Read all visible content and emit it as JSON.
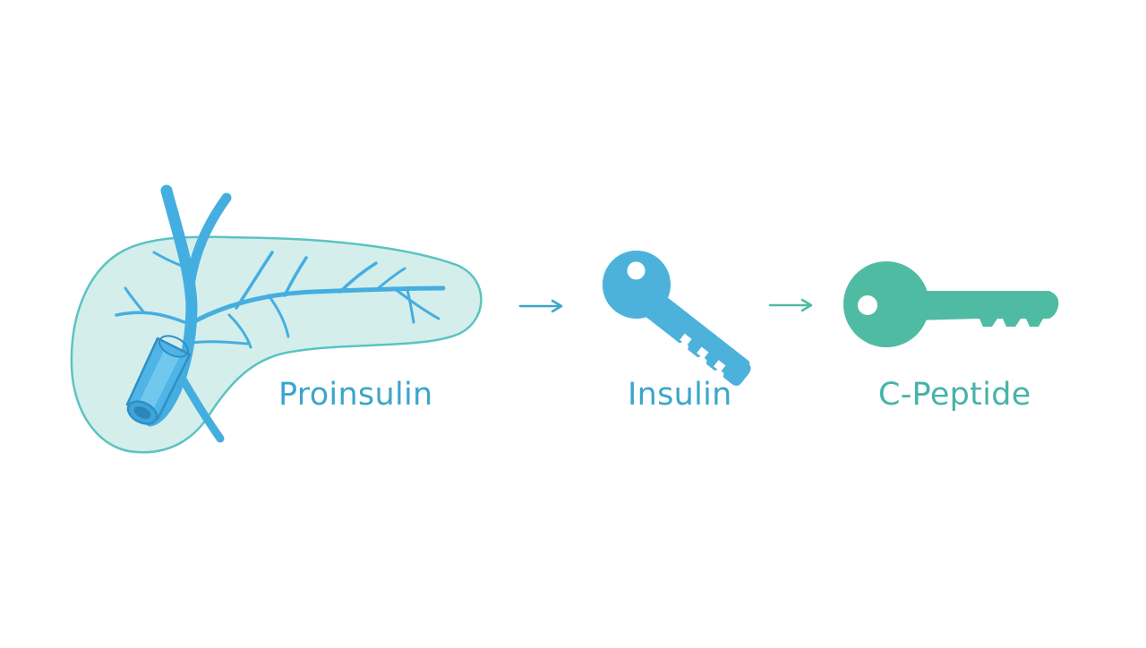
{
  "labels": {
    "proinsulin": "Proinsulin",
    "insulin": "Insulin",
    "c_peptide": "C-Peptide"
  },
  "colors": {
    "background": "#ffffff",
    "pancreas_fill": "#d4eeec",
    "pancreas_outline": "#5cc3c1",
    "duct": "#45aee0",
    "duct_dark": "#2f8fc5",
    "insulin_key": "#4cb2db",
    "c_peptide_key": "#4fbba3",
    "arrow_1": "#3aa6cc",
    "arrow_2": "#4fbba3"
  },
  "icons": {
    "pancreas": "pancreas-icon",
    "arrow": "arrow-right-icon",
    "insulin_key": "key-icon",
    "c_peptide_key": "key-icon"
  }
}
